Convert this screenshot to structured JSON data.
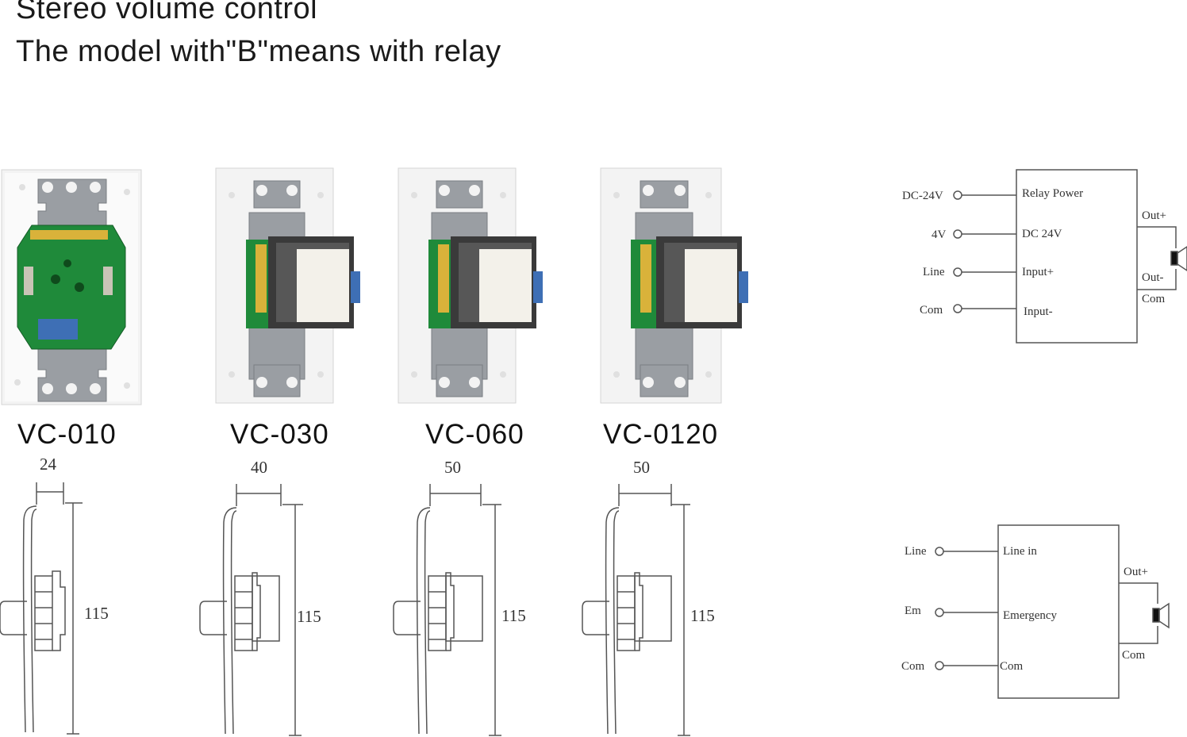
{
  "title": {
    "line1": "Stereo volume control",
    "line2": "The model with\"B\"means with relay"
  },
  "models": [
    {
      "name": "VC-010",
      "width": "24",
      "height": "115"
    },
    {
      "name": "VC-030",
      "width": "40",
      "height": "115"
    },
    {
      "name": "VC-060",
      "width": "50",
      "height": "115"
    },
    {
      "name": "VC-0120",
      "width": "50",
      "height": "115"
    }
  ],
  "diagram_relay": {
    "inputs": [
      "DC-24V",
      "4V",
      "Line",
      "Com"
    ],
    "box_labels": [
      "Relay Power",
      "DC 24V",
      "Input+",
      "Input-"
    ],
    "out_plus": "Out+",
    "out_minus": "Out-",
    "out_com": "Com"
  },
  "diagram_emergency": {
    "inputs": [
      "Line",
      "Em",
      "Com"
    ],
    "box_labels": [
      "Line in",
      "Emergency",
      "Com"
    ],
    "out_plus": "Out+",
    "out_com": "Com"
  },
  "colors": {
    "plate": "#f4f4f4",
    "bracket": "#9a9ea3",
    "pcb": "#1f8a3a",
    "transformer_core": "#3a3a3a",
    "coil": "#f3f1ea",
    "line": "#555555"
  }
}
